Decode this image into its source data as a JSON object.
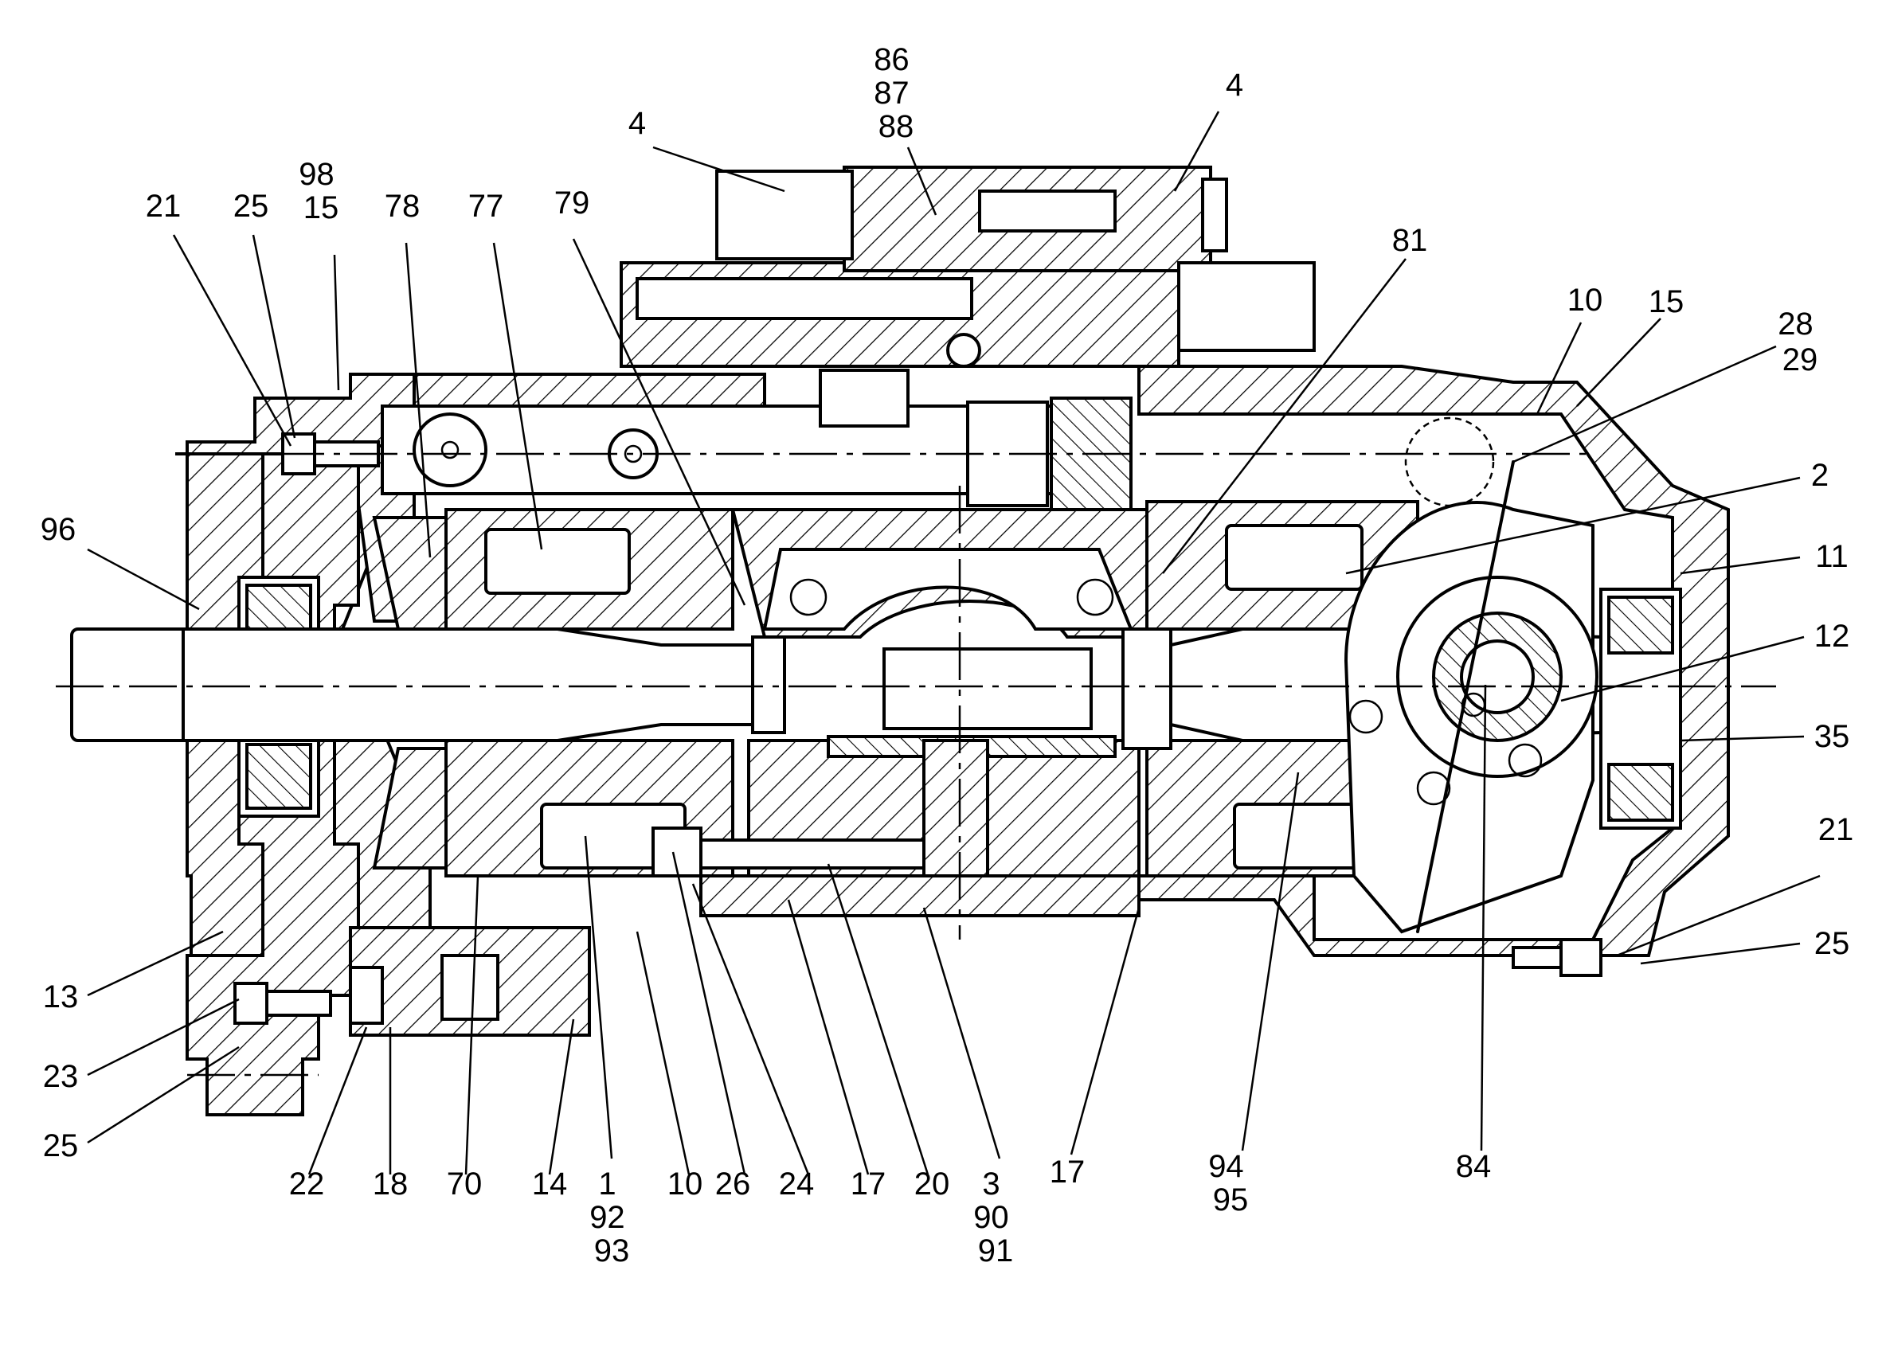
{
  "callouts": [
    {
      "id": "c-86-88",
      "lines": [
        "86",
        "87",
        "88"
      ]
    },
    {
      "id": "c-4-left",
      "lines": [
        "4"
      ]
    },
    {
      "id": "c-4-right",
      "lines": [
        "4"
      ]
    },
    {
      "id": "c-21-top",
      "lines": [
        "21"
      ]
    },
    {
      "id": "c-25-top",
      "lines": [
        "25"
      ]
    },
    {
      "id": "c-98-15",
      "lines": [
        "98",
        "15"
      ]
    },
    {
      "id": "c-78",
      "lines": [
        "78"
      ]
    },
    {
      "id": "c-77",
      "lines": [
        "77"
      ]
    },
    {
      "id": "c-79",
      "lines": [
        "79"
      ]
    },
    {
      "id": "c-81",
      "lines": [
        "81"
      ]
    },
    {
      "id": "c-10-top",
      "lines": [
        "10"
      ]
    },
    {
      "id": "c-15-right",
      "lines": [
        "15"
      ]
    },
    {
      "id": "c-28-29",
      "lines": [
        "28",
        "29"
      ]
    },
    {
      "id": "c-2",
      "lines": [
        "2"
      ]
    },
    {
      "id": "c-11",
      "lines": [
        "11"
      ]
    },
    {
      "id": "c-12",
      "lines": [
        "12"
      ]
    },
    {
      "id": "c-35",
      "lines": [
        "35"
      ]
    },
    {
      "id": "c-21-right",
      "lines": [
        "21"
      ]
    },
    {
      "id": "c-25-right",
      "lines": [
        "25"
      ]
    },
    {
      "id": "c-96",
      "lines": [
        "96"
      ]
    },
    {
      "id": "c-13",
      "lines": [
        "13"
      ]
    },
    {
      "id": "c-23",
      "lines": [
        "23"
      ]
    },
    {
      "id": "c-25-left",
      "lines": [
        "25"
      ]
    },
    {
      "id": "c-22",
      "lines": [
        "22"
      ]
    },
    {
      "id": "c-18",
      "lines": [
        "18"
      ]
    },
    {
      "id": "c-70",
      "lines": [
        "70"
      ]
    },
    {
      "id": "c-14",
      "lines": [
        "14"
      ]
    },
    {
      "id": "c-1-92-93",
      "lines": [
        "1",
        "92",
        "93"
      ]
    },
    {
      "id": "c-10-bottom",
      "lines": [
        "10"
      ]
    },
    {
      "id": "c-26",
      "lines": [
        "26"
      ]
    },
    {
      "id": "c-24",
      "lines": [
        "24"
      ]
    },
    {
      "id": "c-17-a",
      "lines": [
        "17"
      ]
    },
    {
      "id": "c-20",
      "lines": [
        "20"
      ]
    },
    {
      "id": "c-3-90-91",
      "lines": [
        "3",
        "90",
        "91"
      ]
    },
    {
      "id": "c-17-b",
      "lines": [
        "17"
      ]
    },
    {
      "id": "c-94-95",
      "lines": [
        "94",
        "95"
      ]
    },
    {
      "id": "c-84",
      "lines": [
        "84"
      ]
    }
  ]
}
